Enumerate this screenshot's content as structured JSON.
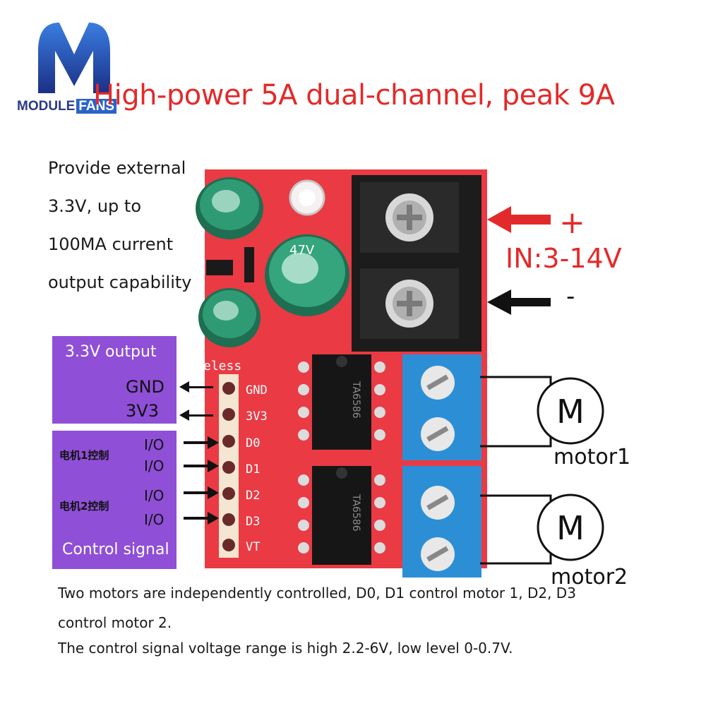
{
  "brand": {
    "name_left": "MODULE",
    "name_right": "FANS"
  },
  "title": "High-power 5A dual-channel, peak 9A",
  "power_note": [
    "Provide external",
    "3.3V, up to",
    "100MA current",
    "output capability"
  ],
  "input": {
    "plus": "+",
    "minus": "-",
    "range": "IN:3-14V"
  },
  "output_box": {
    "label": "3.3V  output",
    "pins": [
      "GND",
      "3V3"
    ]
  },
  "control_box": {
    "motor1_cn": "电机1控制",
    "motor2_cn": "电机2控制",
    "io": [
      "I/O",
      "I/O",
      "I/O",
      "I/O"
    ],
    "label": "Control signal"
  },
  "pcb": {
    "silk": "eless",
    "header_pins": [
      "GND",
      "3V3",
      "D0",
      "D1",
      "D2",
      "D3",
      "VT"
    ],
    "chip_text": "TA6586",
    "cap_text": "47V"
  },
  "motors": [
    {
      "symbol": "M",
      "label": "motor1"
    },
    {
      "symbol": "M",
      "label": "motor2"
    }
  ],
  "footer": [
    "Two motors are independently controlled, D0, D1 control motor 1, D2, D3",
    "control motor 2.",
    "The control signal voltage range is high 2.2-6V, low level 0-0.7V."
  ],
  "colors": {
    "title_red": "#e32a2a",
    "purple": "#8f4fd7",
    "pcb_red": "#ea3a44",
    "terminal_blue": "#2c8fd6",
    "terminal_black": "#1c1c1c"
  }
}
